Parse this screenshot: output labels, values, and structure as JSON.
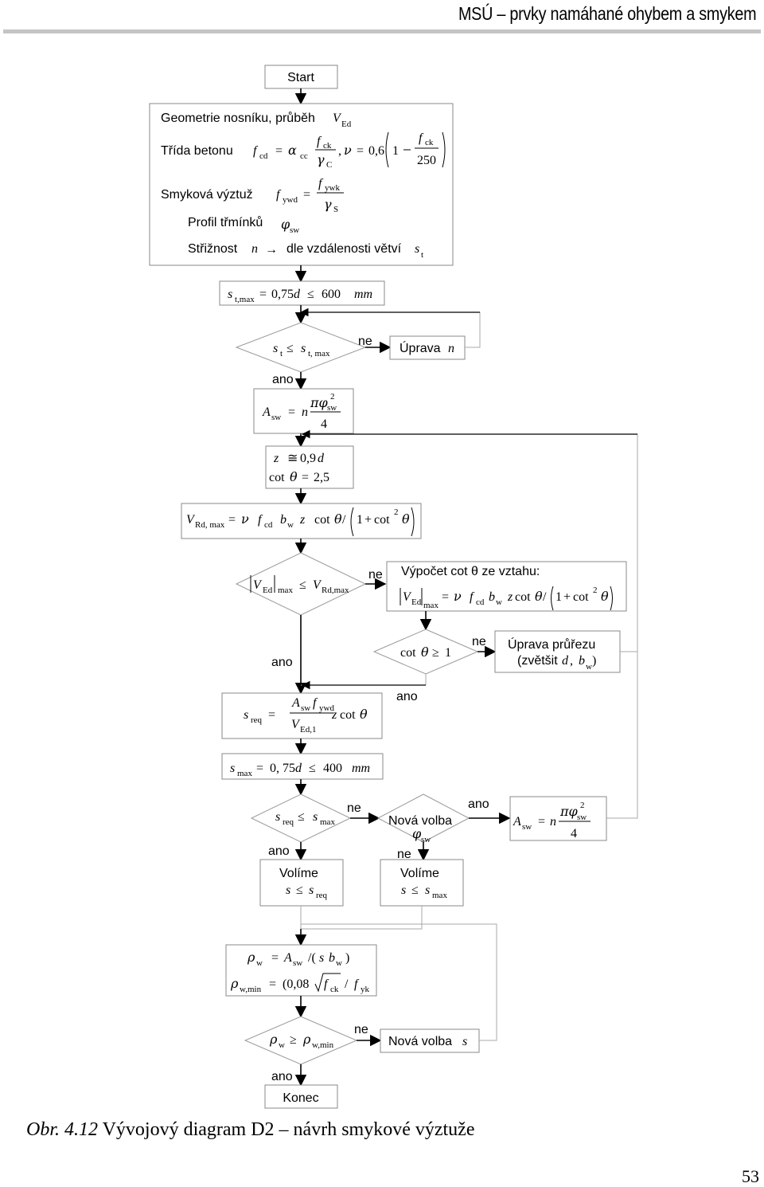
{
  "header": {
    "title": "MSÚ – prvky namáhané ohybem a smykem"
  },
  "flow": {
    "start": "Start",
    "input": {
      "geometry": "Geometrie nosníku, průběh",
      "concrete": "Třída betonu",
      "stirrup_steel": "Smyková výztuž",
      "stirrup_profile": "Profil třmínků",
      "shear_cut": "Střižnost",
      "shear_cut_rule": "dle vzdálenosti větví",
      "f_cd_factor": "0,6",
      "f_ck_divisor": "250"
    },
    "st_max": {
      "coef": "0,75",
      "limit": "600",
      "unit": "mm"
    },
    "adjust_n": "Úprava",
    "assume": {
      "z": "0,9",
      "cot": "2,5"
    },
    "calc_cot_title": "Výpočet cot θ ze vztahu:",
    "adjust_section": {
      "line1": "Úprava průřezu",
      "line2": "(zvětšit"
    },
    "s_max": {
      "coef": "0, 75",
      "limit": "400",
      "unit": "mm"
    },
    "new_phi": "Nová volba",
    "choose": "Volíme",
    "rho_min": {
      "coef": "(0,08"
    },
    "new_s": "Nová volba",
    "end": "Konec",
    "yes": "ano",
    "no": "ne"
  },
  "caption": {
    "label": "Obr. 4.12",
    "text": " Vývojový diagram D2 – návrh smykové výztuže"
  },
  "page_number": "53"
}
